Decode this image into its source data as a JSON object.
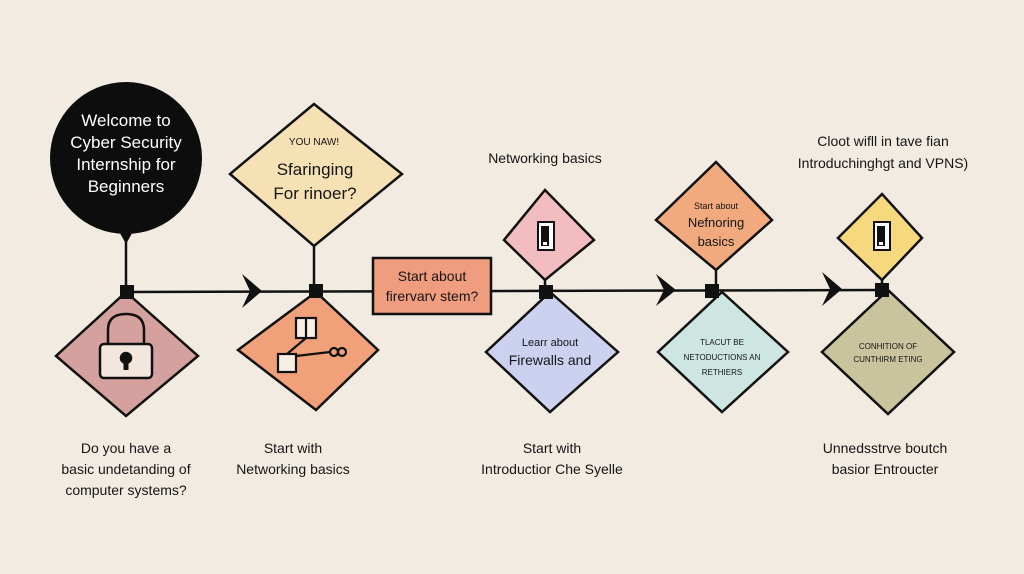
{
  "start": {
    "lines": [
      "Welcome to",
      "Cyber Security",
      "Internship for",
      "Beginners"
    ]
  },
  "diamond_top_1": {
    "small": "YOU NAW!",
    "lines": [
      "Sfaringing",
      "For rinoer?"
    ]
  },
  "box_top": {
    "lines": [
      "Start about",
      "firervarv stem?"
    ]
  },
  "label_top_3": "Networking basics",
  "diamond_top_4": {
    "small": "Start about",
    "lines": [
      "Nefnoring",
      "basics"
    ]
  },
  "label_top_5": {
    "lines": [
      "Cloot wifll in tave fian",
      "Introduchinghgt and VPNS)"
    ]
  },
  "diamond_bottom_2": {
    "lines": [
      "Learr about",
      "Firewalls and"
    ]
  },
  "diamond_bottom_3": {
    "lines": [
      "TLACUT BE",
      "NETODUCTIONS AN",
      "RETHIERS"
    ]
  },
  "diamond_bottom_4": {
    "lines": [
      "CONHITION OF",
      "CUNTHIRM ETING"
    ]
  },
  "captions": [
    {
      "lines": [
        "Do you have a",
        "basic undetanding of",
        "computer systems?"
      ]
    },
    {
      "lines": [
        "Start with",
        "Networking basics"
      ]
    },
    {
      "lines": [
        "Start with",
        "Introductior Che Syelle"
      ]
    },
    {
      "lines": [
        "Unnedsstrve boutch",
        "basior Entroucter"
      ]
    }
  ],
  "colors": {
    "background": "#f1ebe2",
    "start_fill": "#0d0d0d",
    "lock_diamond": "#d4a19e",
    "network_diamond": "#f1a17a",
    "question_diamond": "#f6e1b4",
    "box_fill": "#f09c7e",
    "firewall_top_diamond": "#f2bcc0",
    "firewall_bottom_diamond": "#ccd1ef",
    "orange_top_diamond": "#f0aa7e",
    "mint_diamond": "#cde6e1",
    "yellow_diamond": "#f6d97e",
    "olive_diamond": "#c9c39e",
    "line": "#111111"
  },
  "icons": [
    "padlock-icon",
    "network-nodes-icon",
    "server-icon"
  ]
}
